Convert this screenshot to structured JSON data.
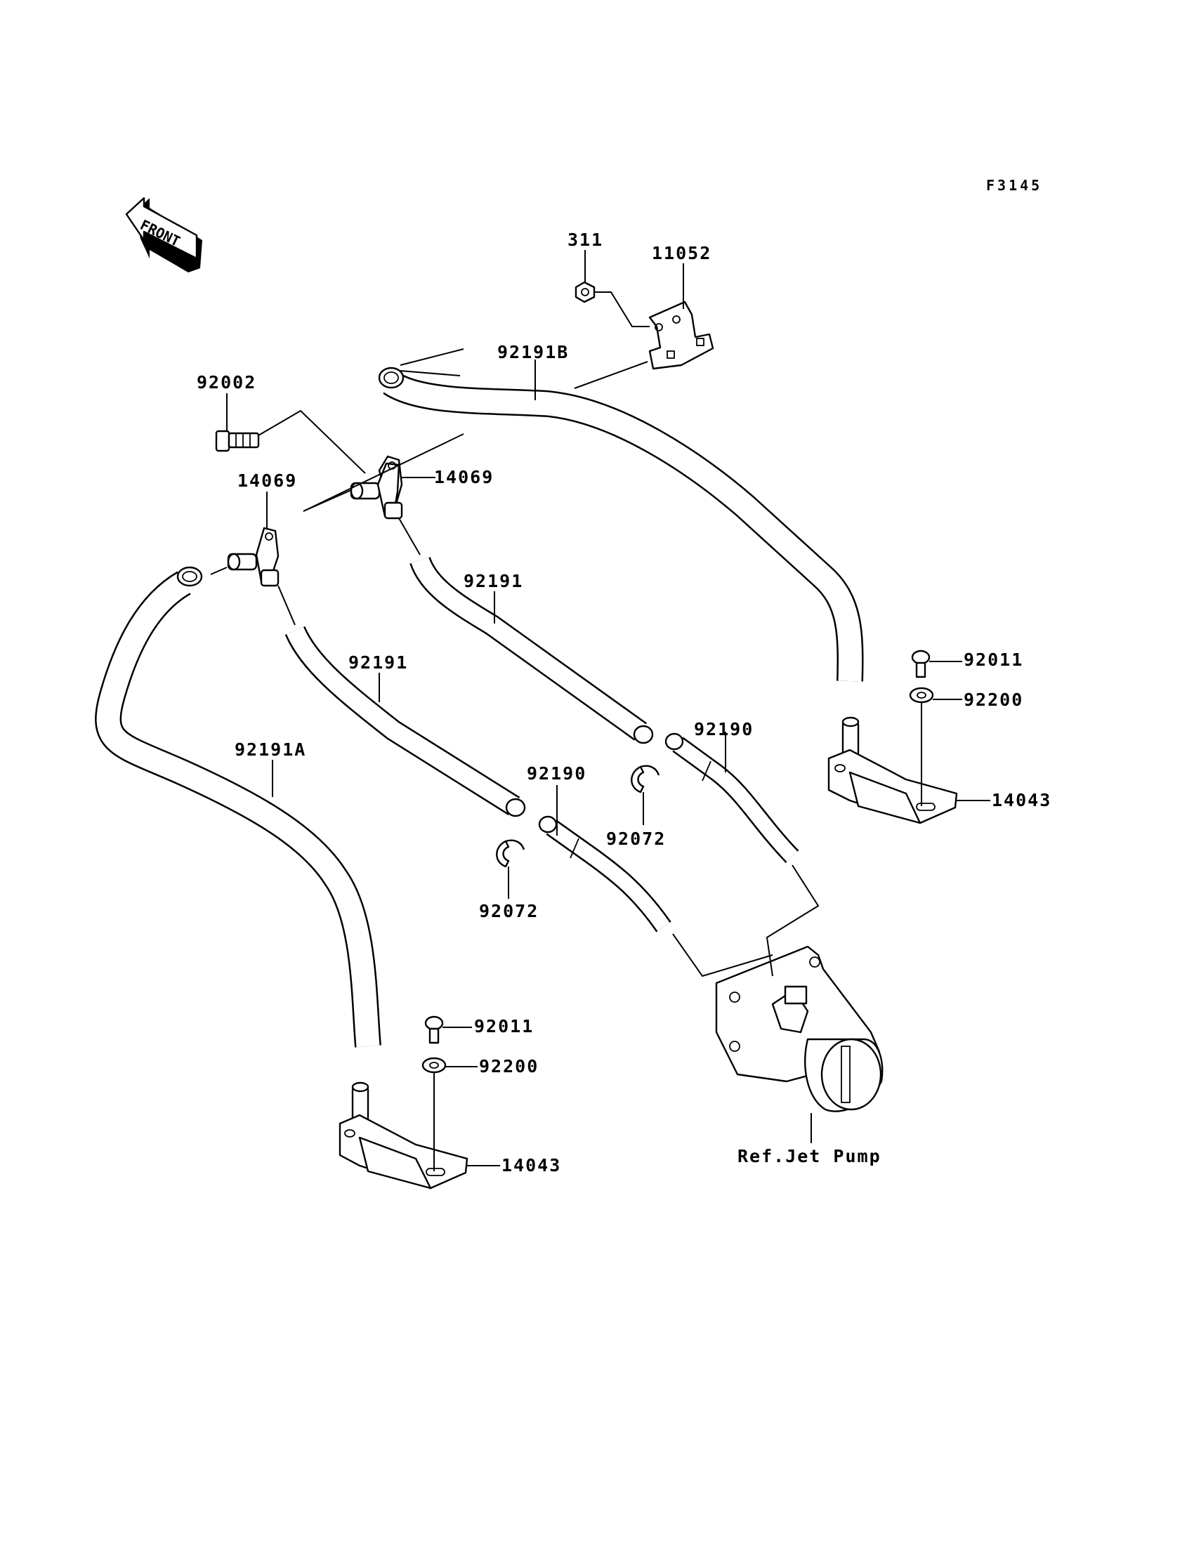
{
  "diagram_code": "F3145",
  "front_label": "FRONT",
  "ref_label": "Ref.Jet Pump",
  "parts": {
    "nut": "311",
    "bracket": "11052",
    "hose_b": "92191B",
    "bolt": "92002",
    "fitting_upper": "14069",
    "fitting_left": "14069",
    "hose_right": "92191",
    "hose_left": "92191",
    "hose_a": "92191A",
    "screw_right": "92011",
    "washer_right": "92200",
    "filter_right": "14043",
    "hose_small_right": "92190",
    "hose_small_left": "92190",
    "clamp_right": "92072",
    "clamp_left": "92072",
    "screw_left": "92011",
    "washer_left": "92200",
    "filter_left": "14043"
  }
}
